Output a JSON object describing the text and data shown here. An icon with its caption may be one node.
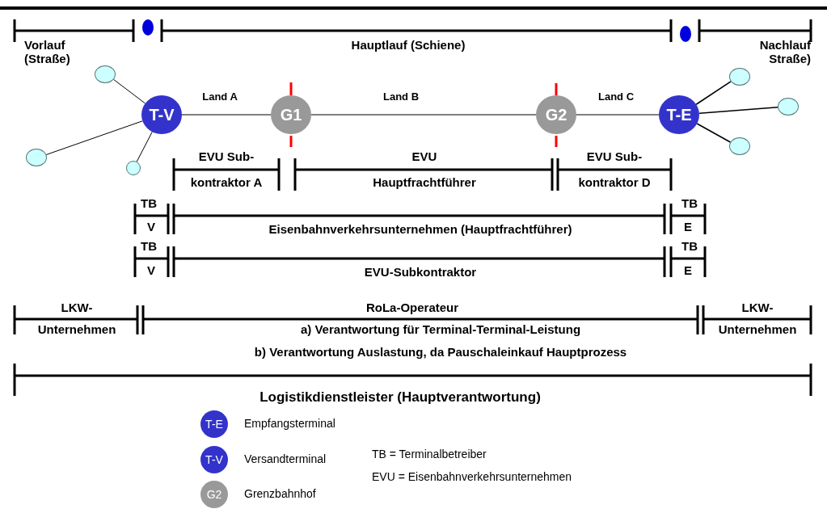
{
  "diagram": {
    "nodes": [
      {
        "text": [
          "T-V"
        ]
      },
      {
        "text": [
          "G1"
        ]
      },
      {
        "text": [
          "G2"
        ]
      },
      {
        "text": [
          "T-E"
        ]
      },
      {
        "text": [],
        "shape": "circle"
      },
      {
        "text": [],
        "shape": "circle"
      },
      {
        "text": [],
        "shape": "circle"
      },
      {
        "text": [],
        "shape": "circle"
      },
      {
        "text": [],
        "shape": "circle"
      },
      {
        "text": [],
        "shape": "circle"
      },
      {
        "text": [
          "T-E"
        ],
        "beside": [
          "Empfangsterminal"
        ]
      },
      {
        "text": [
          "T-V"
        ],
        "beside": [
          "Versandterminal"
        ]
      },
      {
        "text": [
          "G2"
        ],
        "beside": [
          "Grenzbahnhof"
        ]
      }
    ],
    "edges": [
      {
        "from": 0,
        "to": 1,
        "arrow": "none",
        "label": "Land A"
      },
      {
        "from": 1,
        "to": 2,
        "arrow": "none",
        "label": "Land B"
      },
      {
        "from": 2,
        "to": 3,
        "arrow": "none",
        "label": "Land C"
      },
      {
        "from": 0,
        "to": 4,
        "arrow": "none"
      },
      {
        "from": 0,
        "to": 5,
        "arrow": "none"
      },
      {
        "from": 0,
        "to": 6,
        "arrow": "none"
      },
      {
        "from": 3,
        "to": 7,
        "arrow": "none"
      },
      {
        "from": 3,
        "to": 8,
        "arrow": "none"
      },
      {
        "from": 3,
        "to": 9,
        "arrow": "none"
      }
    ],
    "labels": [
      "Vorlauf (Straße)",
      "Hauptlauf (Schiene)",
      "Nachlauf Straße)",
      "EVU Sub-",
      "EVU",
      "EVU Sub-",
      "kontraktor A",
      "Hauptfrachtführer",
      "kontraktor D",
      "TB",
      "TB",
      "V",
      "Eisenbahnverkehrsunternehmen (Hauptfrachtführer)",
      "E",
      "TB",
      "TB",
      "V",
      "EVU-Subkontraktor",
      "E",
      "LKW-",
      "RoLa-Operateur",
      "LKW-",
      "Unternehmen",
      "a) Verantwortung für Terminal-Terminal-Leistung",
      "Unternehmen",
      "b) Verantwortung Auslastung, da Pauschaleinkauf Hauptprozess",
      "Logistikdienstleister (Hauptverantwortung)",
      "TB = Terminalbetreiber",
      "EVU = Eisenbahnverkehrsunternehmen"
    ]
  }
}
